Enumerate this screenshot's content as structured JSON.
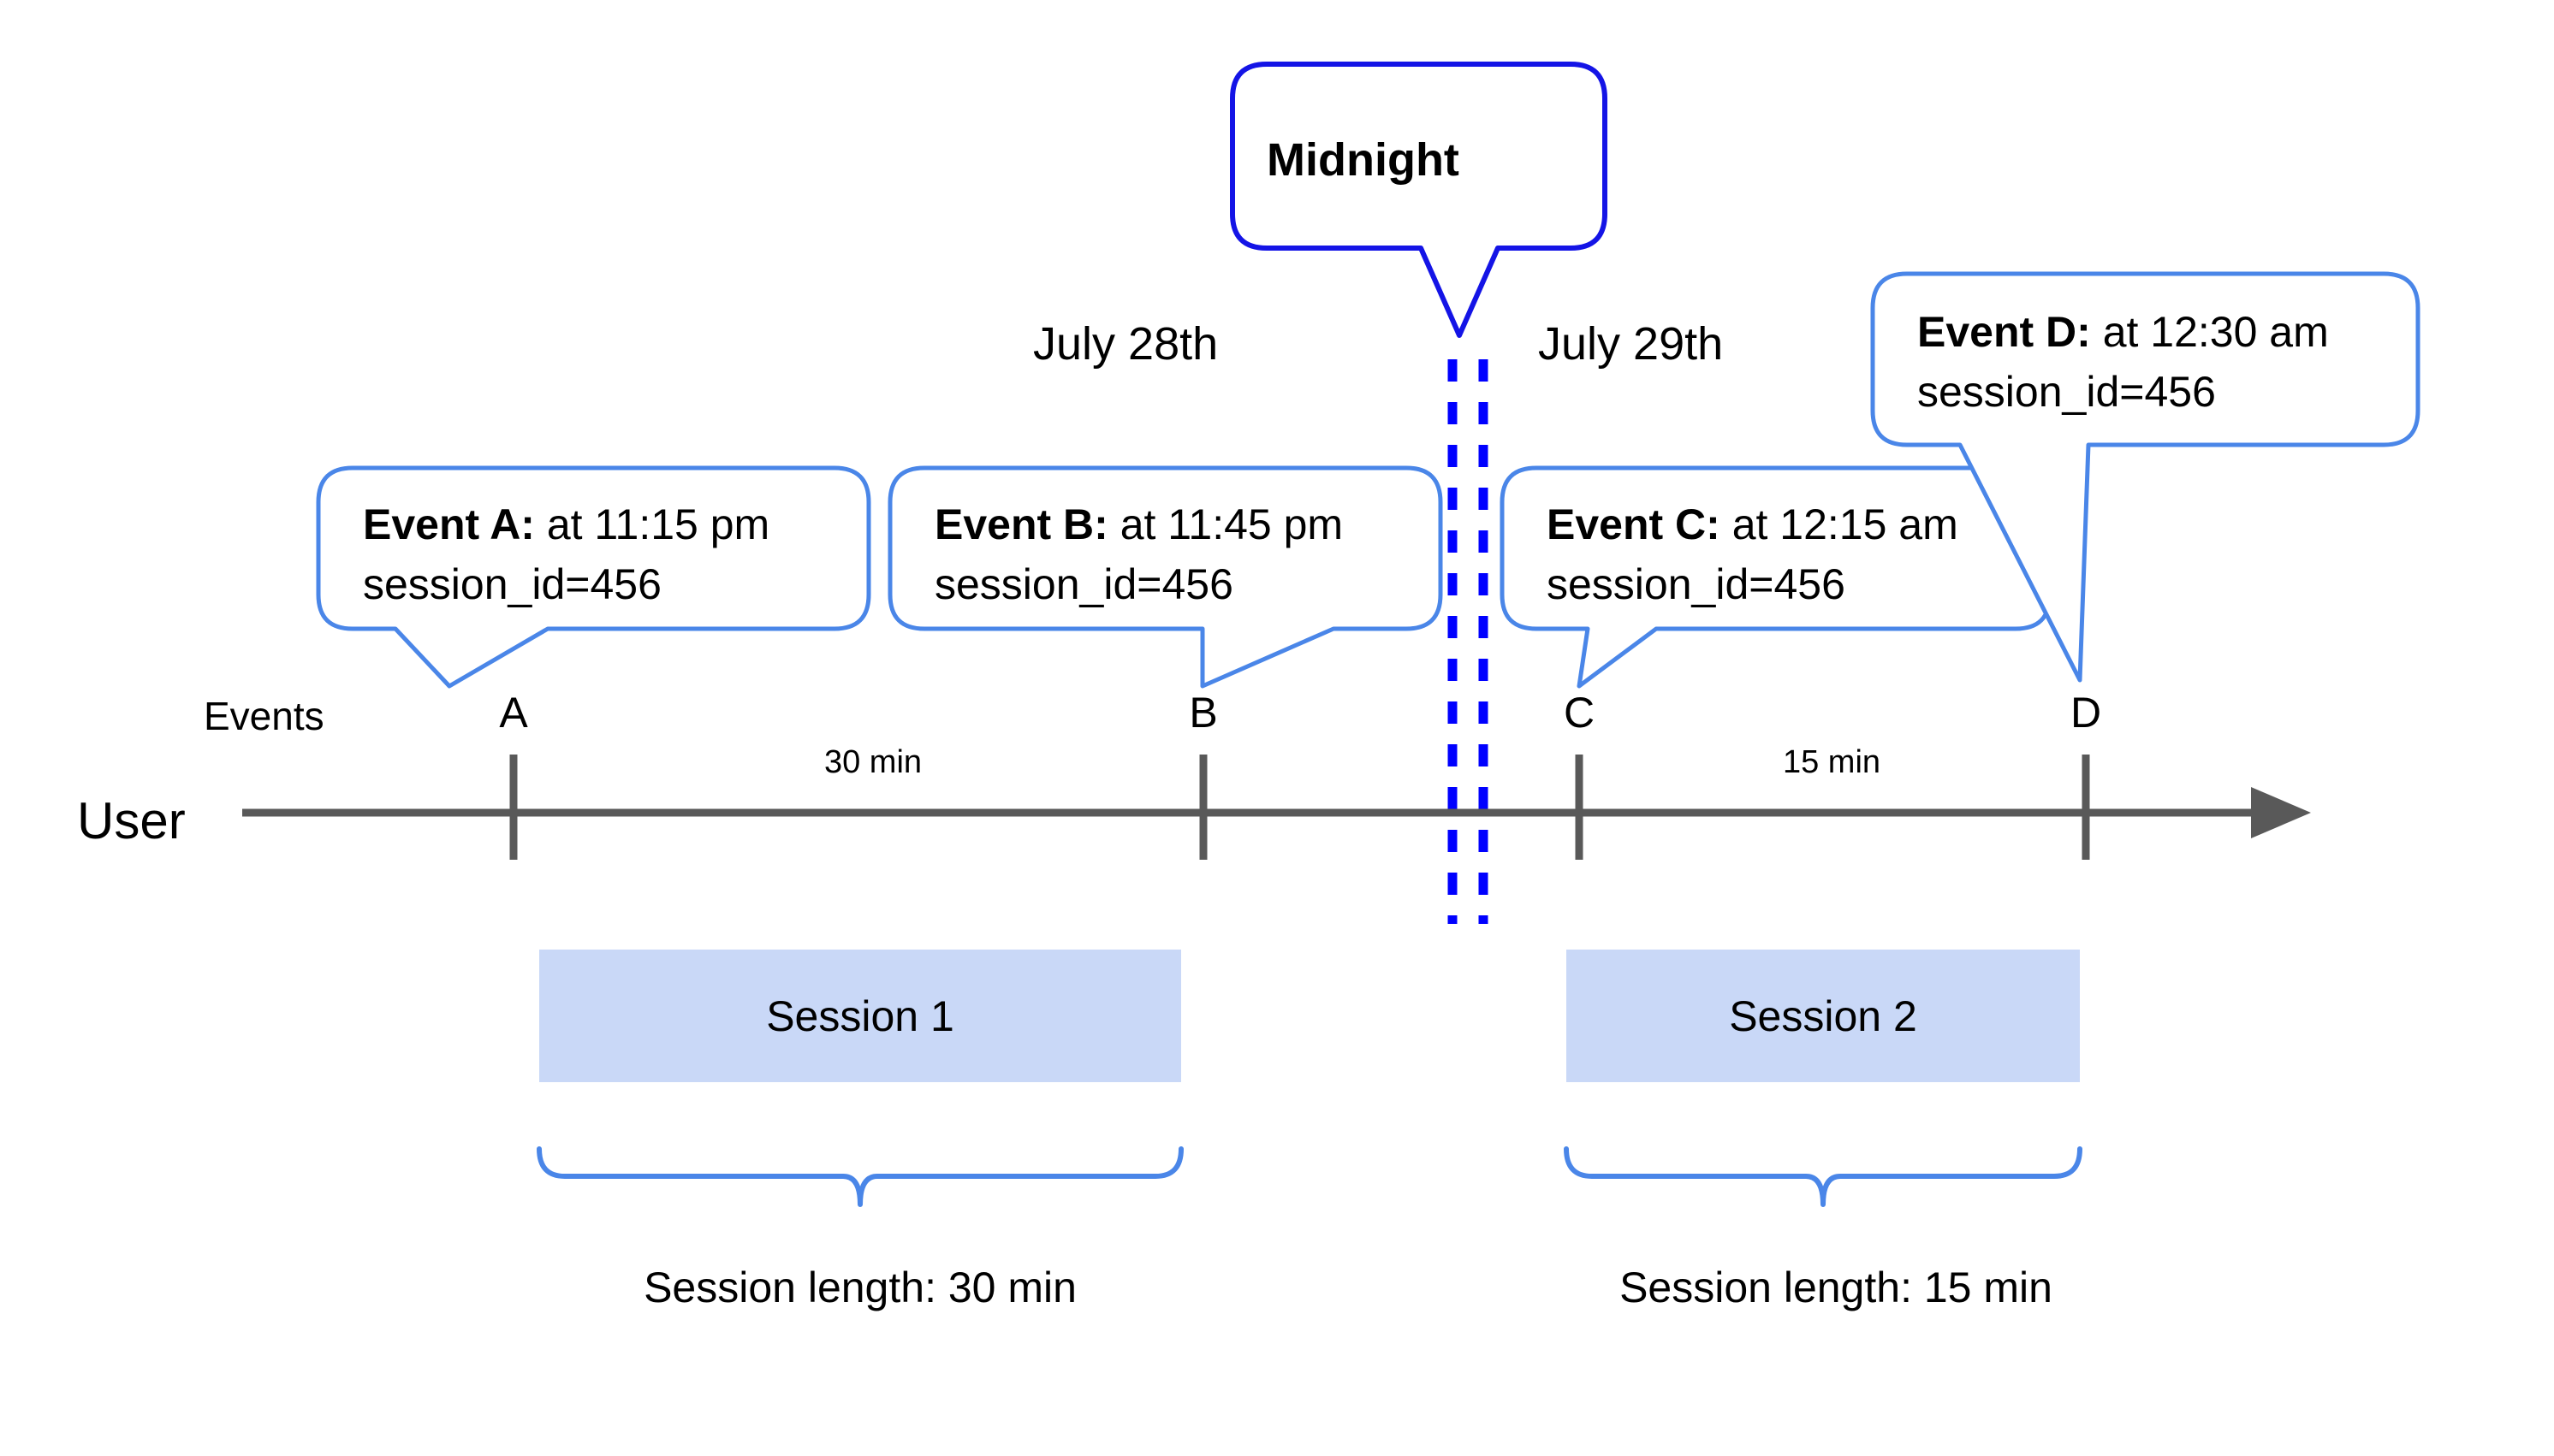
{
  "diagram": {
    "title_callout": "Midnight",
    "lanes": {
      "events_label": "Events",
      "user_label": "User"
    },
    "dates": [
      {
        "label": "July 28th"
      },
      {
        "label": "July 29th"
      }
    ],
    "events": [
      {
        "tick": "A",
        "bold": "Event A:",
        "time": " at 11:15 pm",
        "session_line": "session_id=456"
      },
      {
        "tick": "B",
        "bold": "Event B:",
        "time": " at 11:45 pm",
        "session_line": "session_id=456"
      },
      {
        "tick": "C",
        "bold": "Event C:",
        "time": " at 12:15 am",
        "session_line": "session_id=456"
      },
      {
        "tick": "D",
        "bold": "Event D:",
        "time": " at 12:30 am",
        "session_line": "session_id=456"
      }
    ],
    "durations": [
      {
        "label": "30 min"
      },
      {
        "label": "15 min"
      }
    ],
    "sessions": [
      {
        "name": "Session 1",
        "length_label": "Session length: 30 min"
      },
      {
        "name": "Session 2",
        "length_label": "Session length: 15 min"
      }
    ],
    "colors": {
      "callout_border": "#4a86e8",
      "midnight_border": "#1414e6",
      "midnight_dash": "#0000ff",
      "session_fill": "#c9d8f7",
      "axis": "#595959",
      "text": "#000000",
      "background": "#ffffff"
    }
  }
}
